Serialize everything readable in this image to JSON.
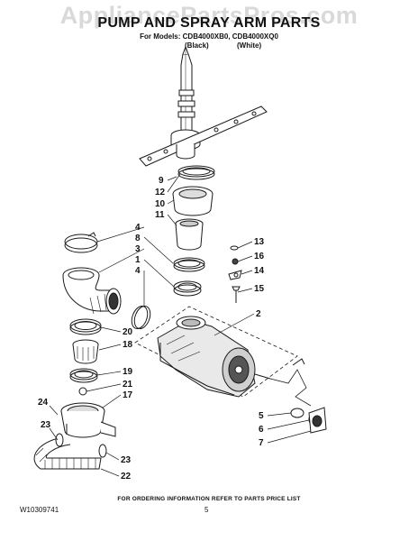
{
  "watermark": "AppliancePartsPros.com",
  "title": "PUMP AND SPRAY ARM PARTS",
  "models_line": "For Models: CDB4000XB0, CDB4000XQ0",
  "model_black": "(Black)",
  "model_white": "(White)",
  "footer_note": "FOR ORDERING INFORMATION REFER TO PARTS PRICE LIST",
  "doc_id": "W10309741",
  "page_number": "5",
  "callouts": {
    "c9": "9",
    "c12": "12",
    "c10": "10",
    "c11": "11",
    "c4a": "4",
    "c8": "8",
    "c3": "3",
    "c1": "1",
    "c4b": "4",
    "c13": "13",
    "c16": "16",
    "c14": "14",
    "c15": "15",
    "c2": "2",
    "c20": "20",
    "c18": "18",
    "c19": "19",
    "c21": "21",
    "c17": "17",
    "c24": "24",
    "c23a": "23",
    "c23b": "23",
    "c22": "22",
    "c5": "5",
    "c6": "6",
    "c7": "7"
  },
  "colors": {
    "line": "#1a1a1a",
    "fill_dark": "#2b2b2b",
    "fill_mid": "#8a8a8a",
    "fill_light": "#e6e6e6"
  }
}
